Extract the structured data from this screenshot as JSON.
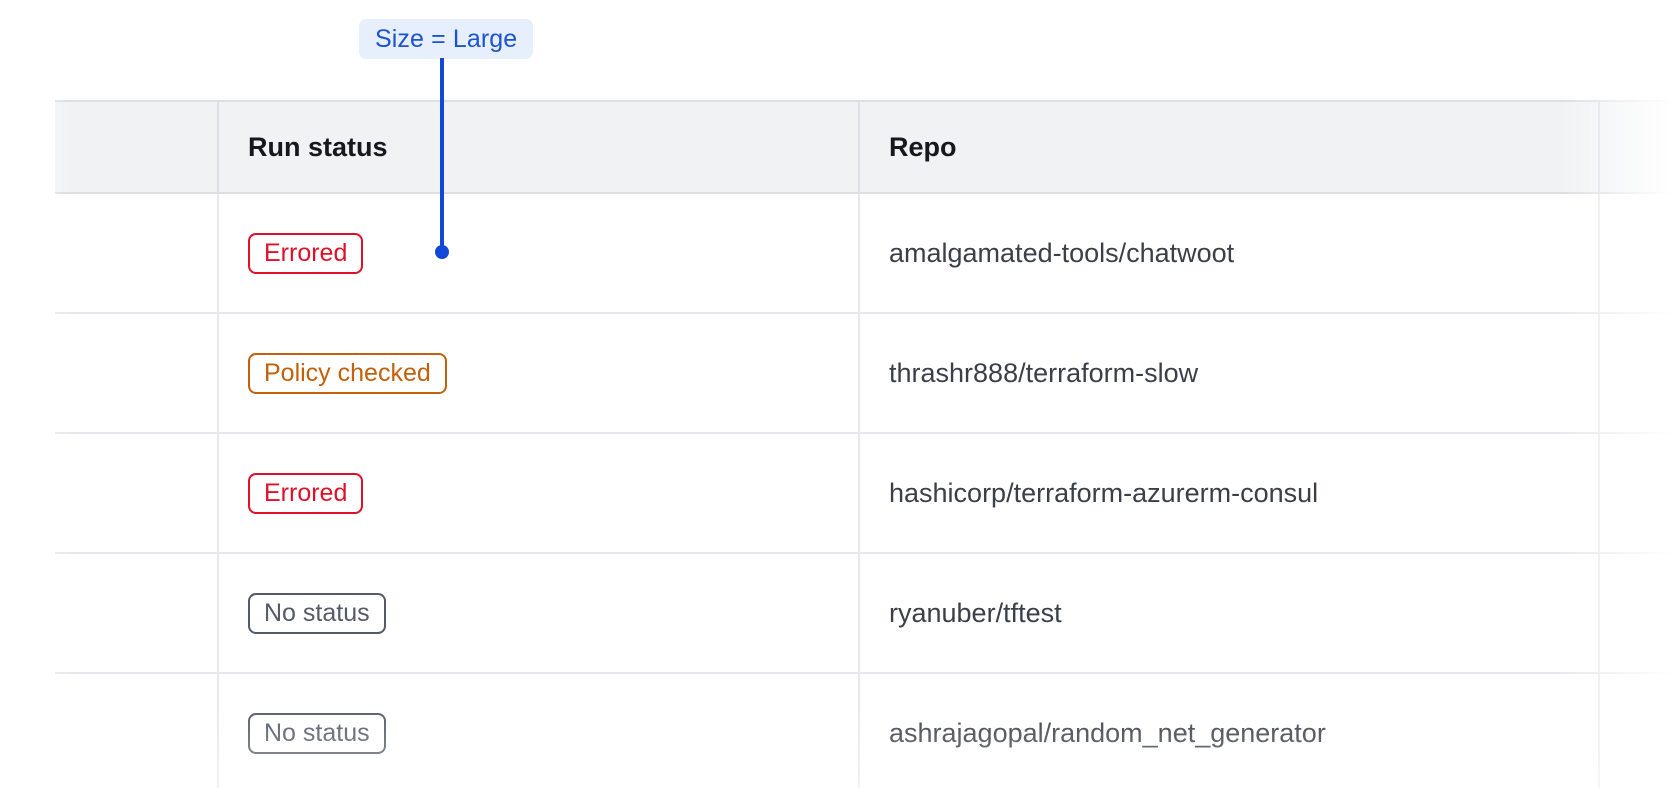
{
  "annotation": {
    "label": "Size = Large",
    "pill_bg": "#e7effd",
    "text_color": "#1b53d0",
    "connector_color": "#1347d5"
  },
  "table": {
    "columns": [
      {
        "key": "spacer",
        "label": ""
      },
      {
        "key": "run_status",
        "label": "Run status"
      },
      {
        "key": "repo",
        "label": "Repo"
      },
      {
        "key": "extra",
        "label": ""
      }
    ],
    "rows": [
      {
        "status": "Errored",
        "status_variant": "errored",
        "repo": "amalgamated-tools/chatwoot"
      },
      {
        "status": "Policy checked",
        "status_variant": "policy-checked",
        "repo": "thrashr888/terraform-slow"
      },
      {
        "status": "Errored",
        "status_variant": "errored",
        "repo": "hashicorp/terraform-azurerm-consul"
      },
      {
        "status": "No status",
        "status_variant": "no-status",
        "repo": "ryanuber/tftest"
      },
      {
        "status": "No status",
        "status_variant": "no-status",
        "repo": "ashrajagopal/random_net_generator"
      }
    ],
    "status_colors": {
      "errored": "#e01029",
      "policy_checked": "#c2600b",
      "no_status": "#555a68"
    },
    "header_bg": "#f1f2f4",
    "header_text_color": "#16181d",
    "cell_text_color": "#3b3f48",
    "border_color": "#e6e8eb"
  }
}
